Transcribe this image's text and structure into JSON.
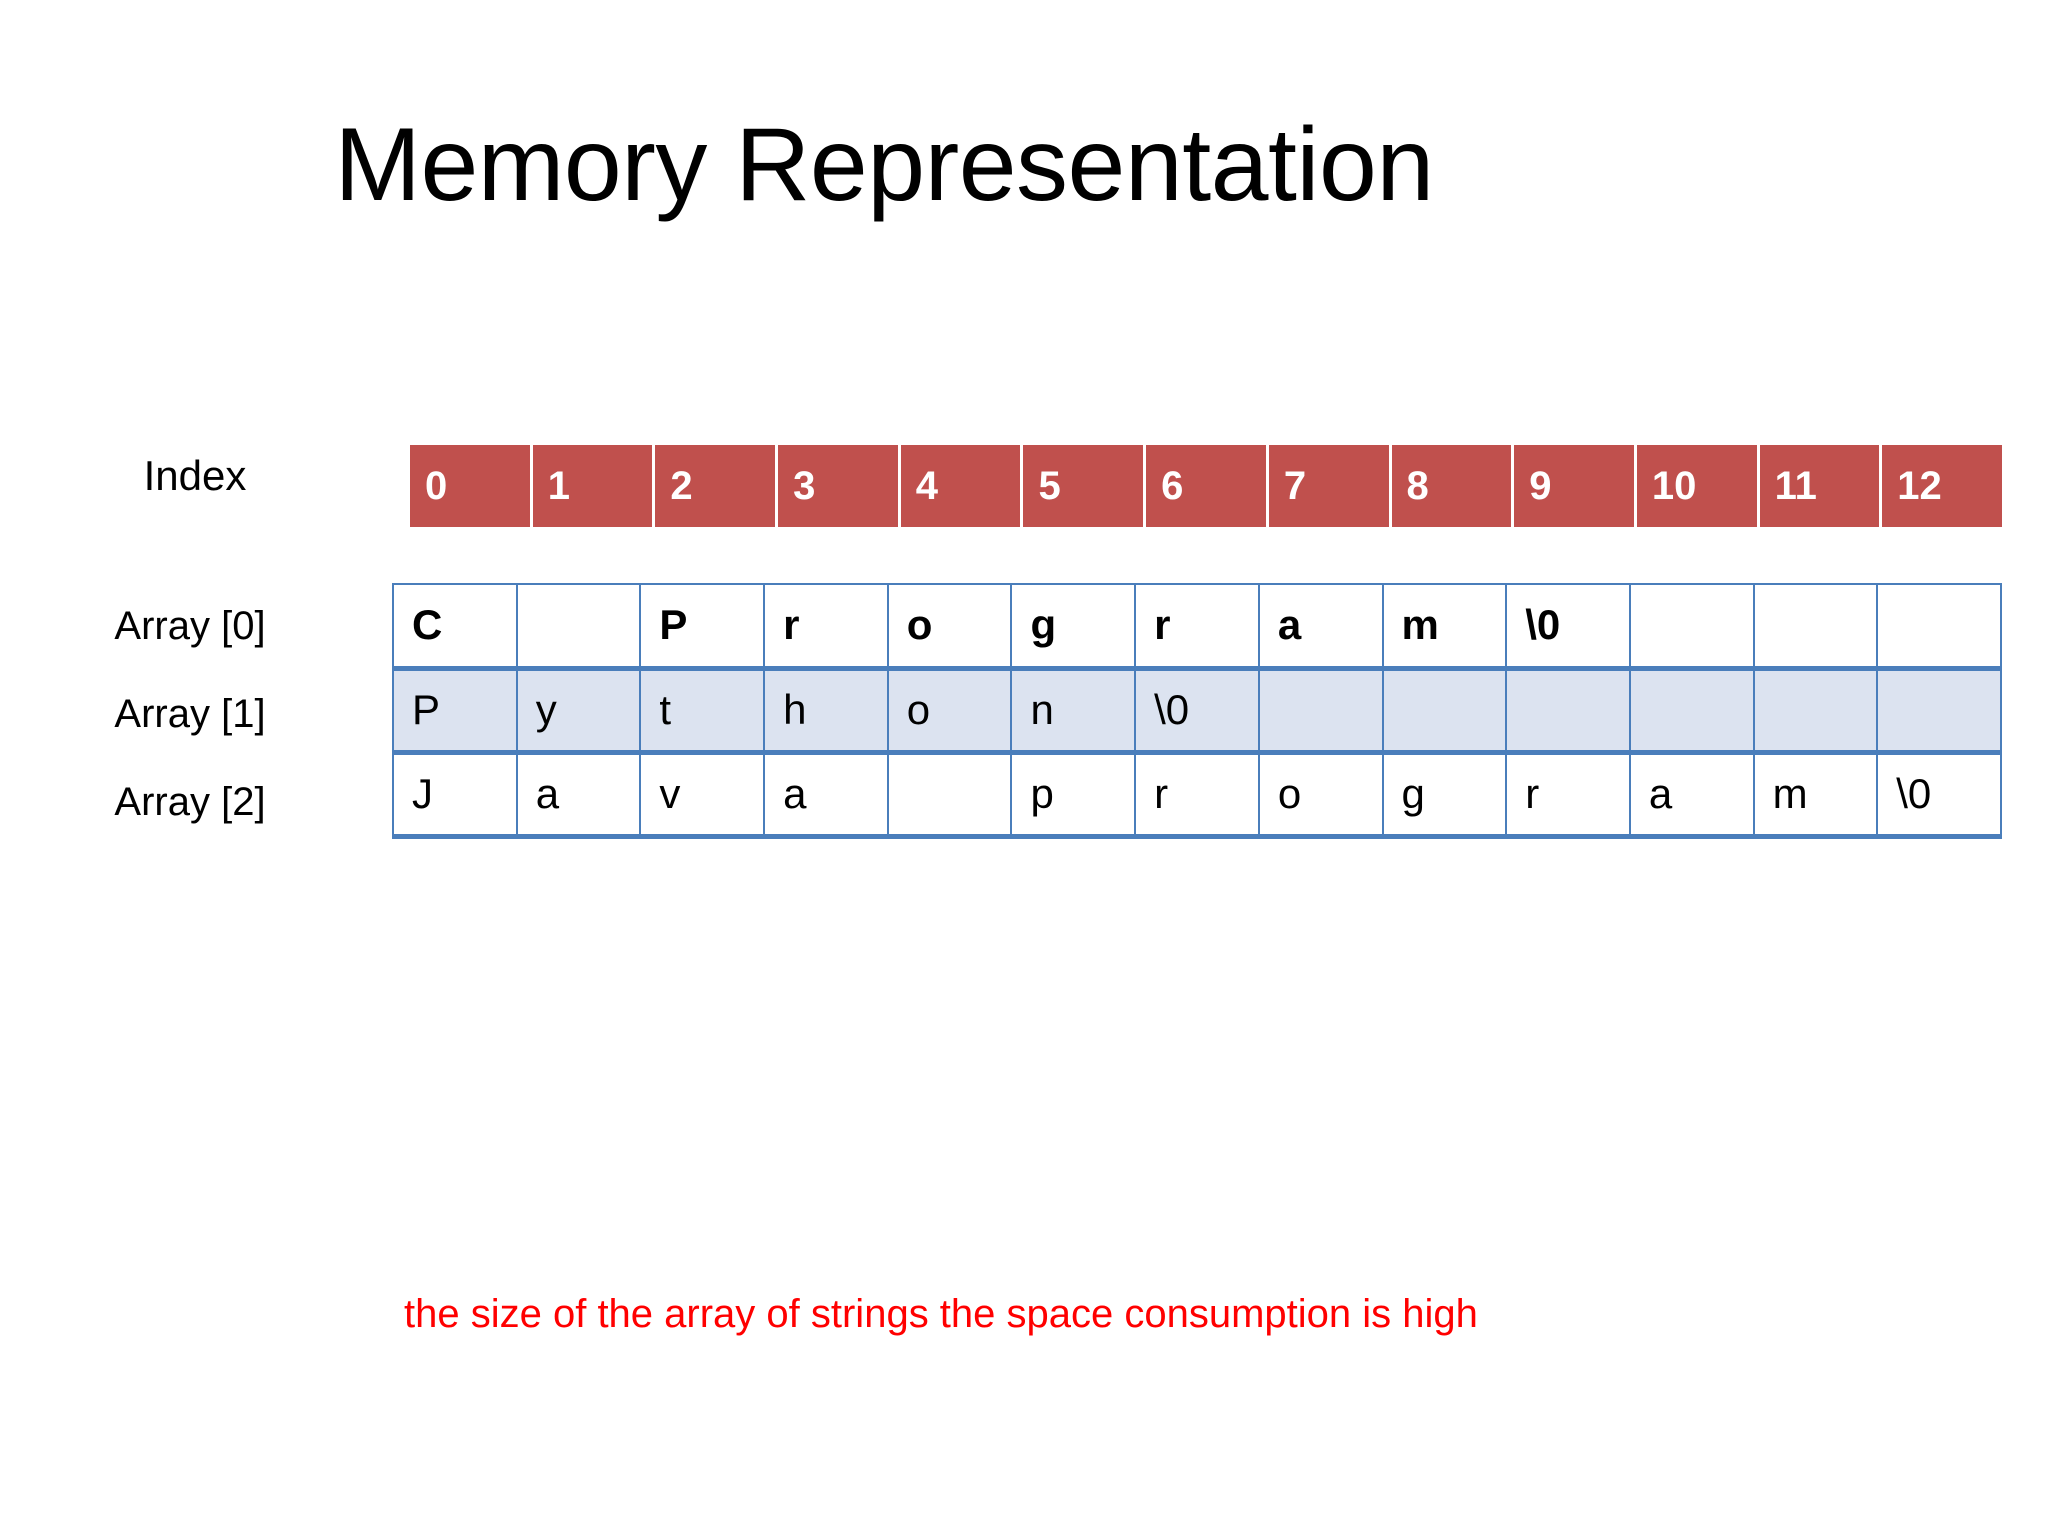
{
  "slide": {
    "title": "Memory Representation",
    "caption": "the size of the array of strings the space consumption is high"
  },
  "labels": {
    "index": "Index",
    "rows": [
      "Array [0]",
      "Array [1]",
      "Array [2]"
    ]
  },
  "colors": {
    "index_cell_background": "#C0504D",
    "index_cell_text": "#FFFFFF",
    "table_border": "#4A7EBB",
    "shaded_row_background": "#DCE3F0",
    "caption_text": "#FF0000",
    "page_background": "#FFFFFF"
  },
  "memory": {
    "indices": [
      "0",
      "1",
      "2",
      "3",
      "4",
      "5",
      "6",
      "7",
      "8",
      "9",
      "10",
      "11",
      "12"
    ],
    "rows": [
      {
        "label": "Array [0]",
        "string": "C Program",
        "bold": true,
        "shaded": false,
        "cells": [
          "C",
          "",
          "P",
          "r",
          "o",
          "g",
          "r",
          "a",
          "m",
          "\\0",
          "",
          "",
          ""
        ]
      },
      {
        "label": "Array [1]",
        "string": "Python",
        "bold": false,
        "shaded": true,
        "cells": [
          "P",
          "y",
          "t",
          "h",
          "o",
          "n",
          "\\0",
          "",
          "",
          "",
          "",
          "",
          ""
        ]
      },
      {
        "label": "Array [2]",
        "string": "Java program",
        "bold": false,
        "shaded": false,
        "cells": [
          "J",
          "a",
          "v",
          "a",
          "",
          "p",
          "r",
          "o",
          "g",
          "r",
          "a",
          "m",
          "\\0"
        ]
      }
    ]
  }
}
